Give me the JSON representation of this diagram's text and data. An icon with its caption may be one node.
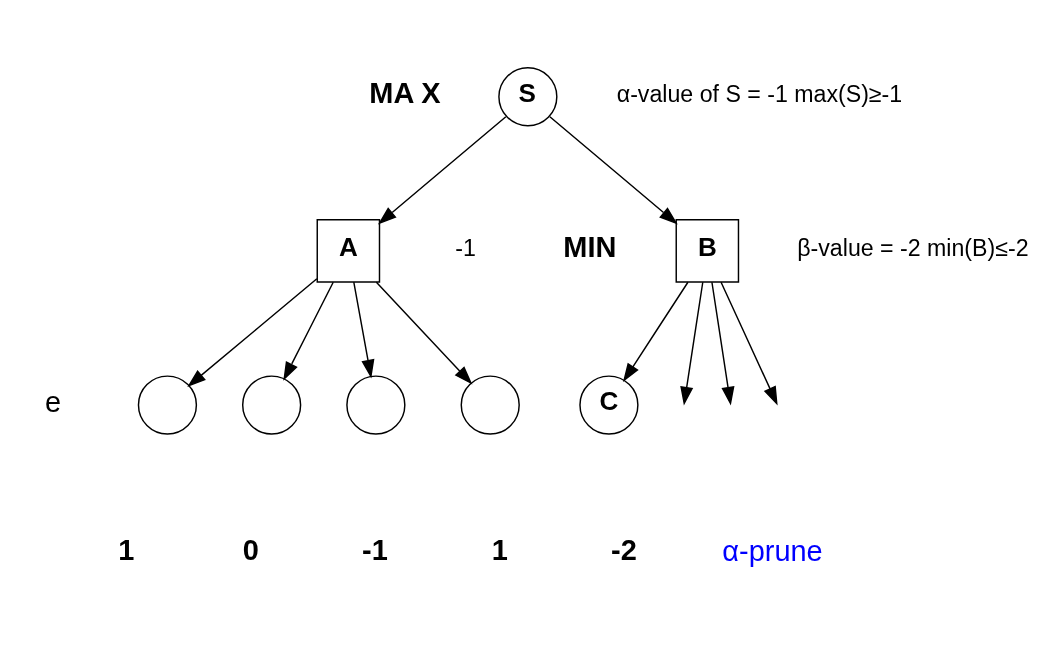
{
  "diagram": {
    "nodes": [
      {
        "text": [
          "S"
        ],
        "beside": [
          "α-value of S = -1 max(S)≥-1"
        ]
      },
      {
        "text": [
          "A"
        ],
        "beside": [
          "-1"
        ]
      },
      {
        "text": [
          "B"
        ],
        "beside": [
          "β-value = -2 min(B)≤-2"
        ]
      },
      {
        "text": [],
        "shape": "circle",
        "beside": [
          "1"
        ]
      },
      {
        "text": [],
        "shape": "circle",
        "beside": [
          "0"
        ]
      },
      {
        "text": [],
        "shape": "circle",
        "beside": [
          "-1"
        ]
      },
      {
        "text": [],
        "shape": "circle",
        "beside": [
          "1"
        ]
      },
      {
        "text": [
          "C"
        ],
        "beside": [
          "-2"
        ]
      }
    ],
    "edges": [
      {
        "from": 0,
        "to": 1,
        "arrow": "to"
      },
      {
        "from": 0,
        "to": 2,
        "arrow": "to"
      },
      {
        "from": 1,
        "to": 3,
        "arrow": "to"
      },
      {
        "from": 1,
        "to": 4,
        "arrow": "to"
      },
      {
        "from": 1,
        "to": 5,
        "arrow": "to"
      },
      {
        "from": 1,
        "to": 6,
        "arrow": "to"
      },
      {
        "from": 2,
        "to": 7,
        "arrow": "to"
      },
      {
        "from": 2,
        "to": null,
        "arrow": "to"
      },
      {
        "from": 2,
        "to": null,
        "arrow": "to"
      },
      {
        "from": 2,
        "to": null,
        "arrow": "to"
      }
    ],
    "labels": [
      "MA X",
      "MIN",
      "e",
      "α-prune"
    ]
  }
}
